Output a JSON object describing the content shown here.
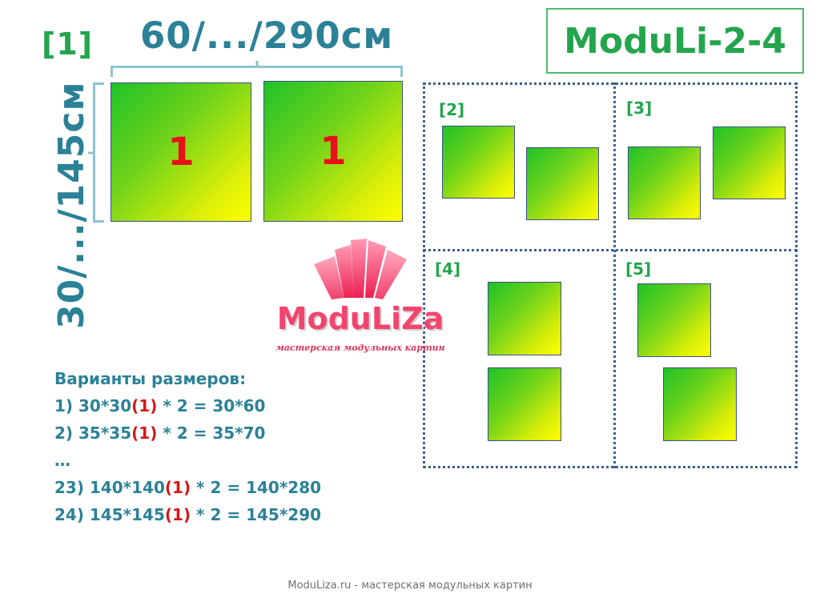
{
  "title": "ModuLi-2-4",
  "main_variant": {
    "tag": "[1]",
    "width_label": "60/.../290см",
    "height_label": "30/.../145см",
    "panel_number": "1"
  },
  "variants": [
    {
      "tag": "[2]"
    },
    {
      "tag": "[3]"
    },
    {
      "tag": "[4]"
    },
    {
      "tag": "[5]"
    }
  ],
  "logo": {
    "name": "ModuLiZa",
    "subtitle": "мастерская модульных картин"
  },
  "sizes": {
    "heading": "Варианты размеров:",
    "lines": [
      {
        "pre": "1) 30*30",
        "hl": "(1)",
        "post": " * 2 = 30*60"
      },
      {
        "pre": "2) 35*35",
        "hl": "(1)",
        "post": " * 2 = 35*70"
      },
      {
        "pre": "…",
        "hl": "",
        "post": ""
      },
      {
        "pre": "23) 140*140",
        "hl": "(1)",
        "post": " * 2 = 140*280"
      },
      {
        "pre": "24) 145*145",
        "hl": "(1)",
        "post": " * 2 = 145*290"
      }
    ]
  },
  "footer": "ModuLiza.ru - мастерская модульных картин",
  "colors": {
    "accent_green": "#23a54d",
    "dimension_teal": "#2b8197",
    "highlight_red": "#d61717",
    "logo_pink": "#f2456e",
    "panel_gradient_start": "#1fc228",
    "panel_gradient_end": "#ffff00"
  }
}
